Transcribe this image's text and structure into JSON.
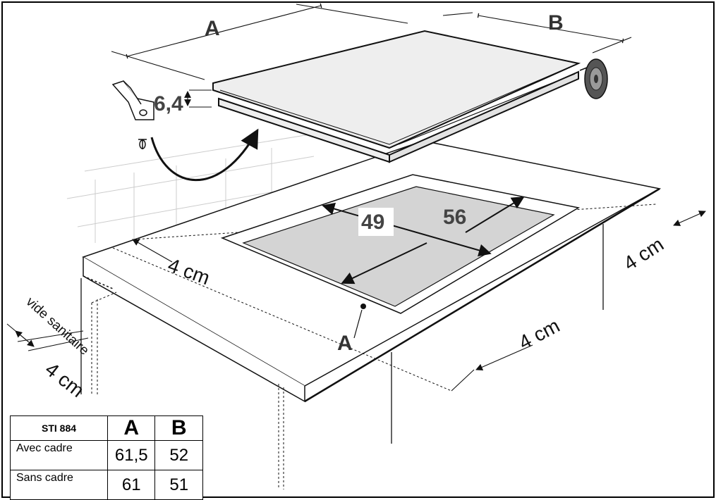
{
  "labels": {
    "dim_a": "A",
    "dim_b": "B",
    "thickness": "6,4",
    "cutout_depth": "49",
    "cutout_width": "56",
    "gap_front_left": "4 cm",
    "gap_front_right": "4 cm",
    "gap_right": "4 cm",
    "gap_vent": "4 cm",
    "vent_label": "vide sanitaire",
    "point_a": "A"
  },
  "table": {
    "model": "STI 884",
    "col_a": "A",
    "col_b": "B",
    "rows": [
      {
        "label": "Avec cadre",
        "a": "61,5",
        "b": "52"
      },
      {
        "label": "Sans cadre",
        "a": "61",
        "b": "51"
      }
    ]
  },
  "colors": {
    "line": "#111111",
    "cutout_fill": "#d4d4d4",
    "hob_top": "#eeeeee",
    "tile_grid": "#cccccc"
  }
}
